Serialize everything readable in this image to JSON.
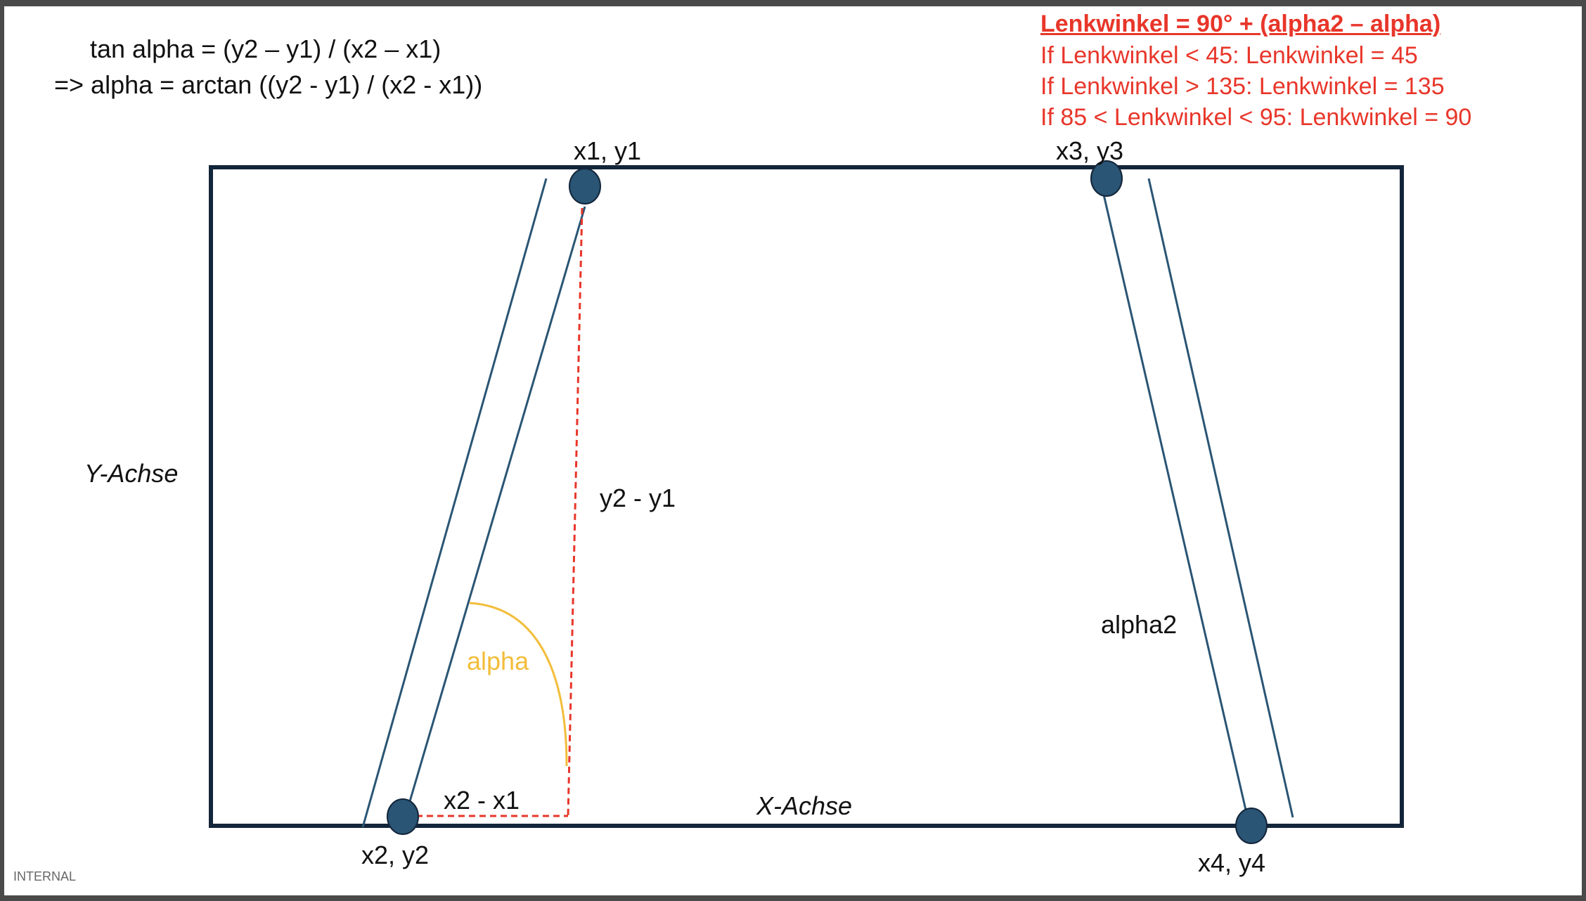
{
  "formulas": {
    "line1": "tan alpha = (y2 – y1) / (x2 – x1)",
    "line2": "=> alpha = arctan ((y2 - y1) / (x2 - x1))"
  },
  "rules": {
    "title": "Lenkwinkel = 90° + (alpha2 – alpha)",
    "rule1": "If Lenkwinkel < 45: Lenkwinkel = 45",
    "rule2": "If Lenkwinkel > 135: Lenkwinkel = 135",
    "rule3": "If 85 < Lenkwinkel < 95: Lenkwinkel = 90"
  },
  "labels": {
    "p1": "x1, y1",
    "p2": "x2, y2",
    "p3": "x3, y3",
    "p4": "x4, y4",
    "y_axis": "Y-Achse",
    "x_axis": "X-Achse",
    "dy": "y2 - y1",
    "dx": "x2 - x1",
    "alpha": "alpha",
    "alpha2": "alpha2"
  },
  "footer": "INTERNAL",
  "colors": {
    "frame": "#13253a",
    "lane": "#2a5574",
    "point": "#2a5574",
    "guide": "#e8362a",
    "arc": "#f2bd3a",
    "rule_text": "#e8362a"
  }
}
